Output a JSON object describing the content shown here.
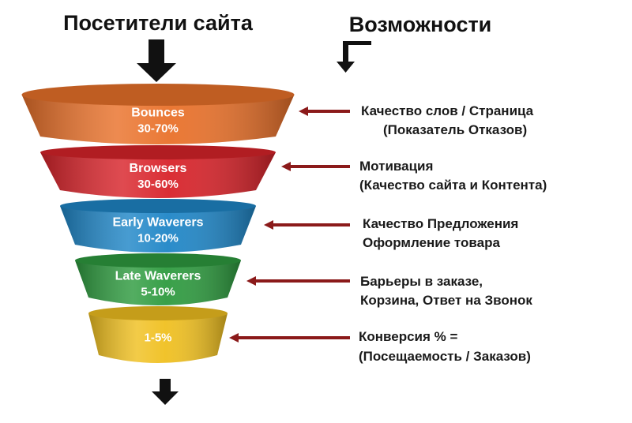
{
  "header": {
    "left_title": "Посетители сайта",
    "right_title": "Возможности"
  },
  "stages": [
    {
      "name": "Bounces",
      "rate": "30-70%",
      "color": "#e9712a",
      "opportunity": [
        "Качество слов / Страница",
        "(Показатель Отказов)"
      ]
    },
    {
      "name": "Browsers",
      "rate": "30-60%",
      "color": "#d8232a",
      "opportunity": [
        "Мотивация",
        "(Качество сайта и Контента)"
      ]
    },
    {
      "name": "Early Waverers",
      "rate": "10-20%",
      "color": "#1f86c7",
      "opportunity": [
        "Качество Предложения",
        "Оформление товара"
      ]
    },
    {
      "name": "Late Waverers",
      "rate": "5-10%",
      "color": "#2e9b3f",
      "opportunity": [
        "Барьеры в заказе,",
        "Корзина, Ответ на Звонок"
      ]
    },
    {
      "name": "",
      "rate": "1-5%",
      "color": "#f0c020",
      "opportunity": [
        "Конверсия % =",
        "(Посещаемость / Заказов)"
      ]
    }
  ],
  "colors": {
    "arrow": "#8b1a1a",
    "black_arrow": "#111111"
  },
  "icons": [
    "down-arrow-icon",
    "corner-down-arrow-icon",
    "left-arrow-icon"
  ]
}
